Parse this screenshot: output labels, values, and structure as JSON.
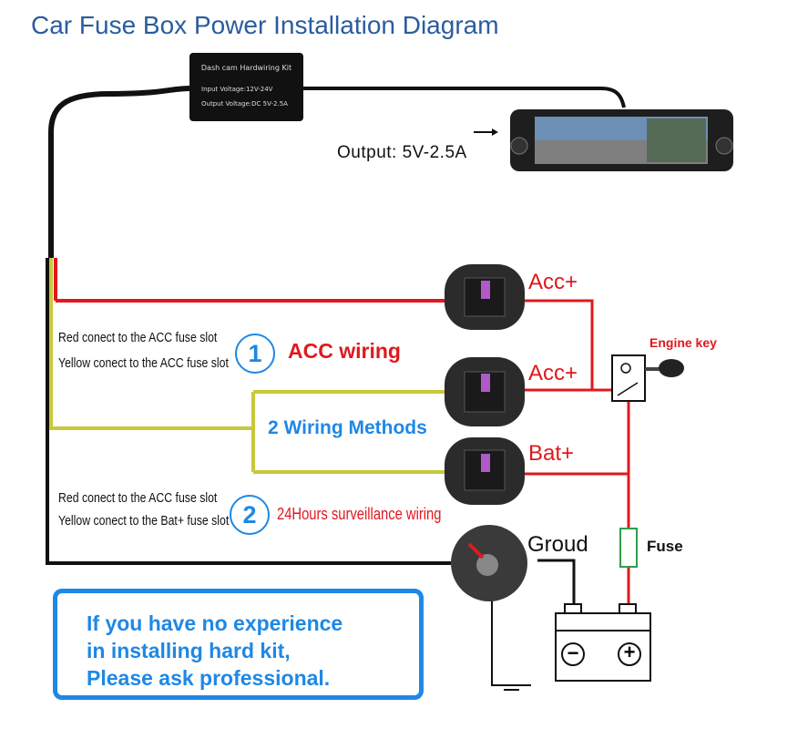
{
  "title": "Car Fuse Box Power Installation Diagram",
  "hardwiring_kit": {
    "name": "Dash cam Hardwiring Kit",
    "input": "Input Voltage:12V-24V",
    "output": "Output Voltage:DC 5V-2.5A"
  },
  "output_label": "Output: 5V-2.5A",
  "method1": {
    "number": "1",
    "title": "ACC wiring",
    "line1": "Red conect to the ACC fuse slot",
    "line2": "Yellow conect to the ACC fuse slot"
  },
  "methods_label": "2 Wiring Methods",
  "method2": {
    "number": "2",
    "title": "24Hours surveillance wiring",
    "line1": "Red conect to the ACC fuse slot",
    "line2": "Yellow conect to the Bat+ fuse slot"
  },
  "fuse_labels": [
    "Acc+",
    "Acc+",
    "Bat+"
  ],
  "ground_label": "Groud",
  "engine_key_label": "Engine key",
  "fuse_label": "Fuse",
  "battery_minus": "−",
  "battery_plus": "+",
  "warning": {
    "line1": "If you have no experience",
    "line2": "in installing hard kit,",
    "line3": "Please ask professional."
  },
  "colors": {
    "title": "#2a5c9e",
    "accent_blue": "#1e88e5",
    "red_wire": "#e0181e",
    "yellow_wire": "#c8c83c",
    "black_wire": "#111111",
    "fuse_green": "#2e9e4a"
  }
}
